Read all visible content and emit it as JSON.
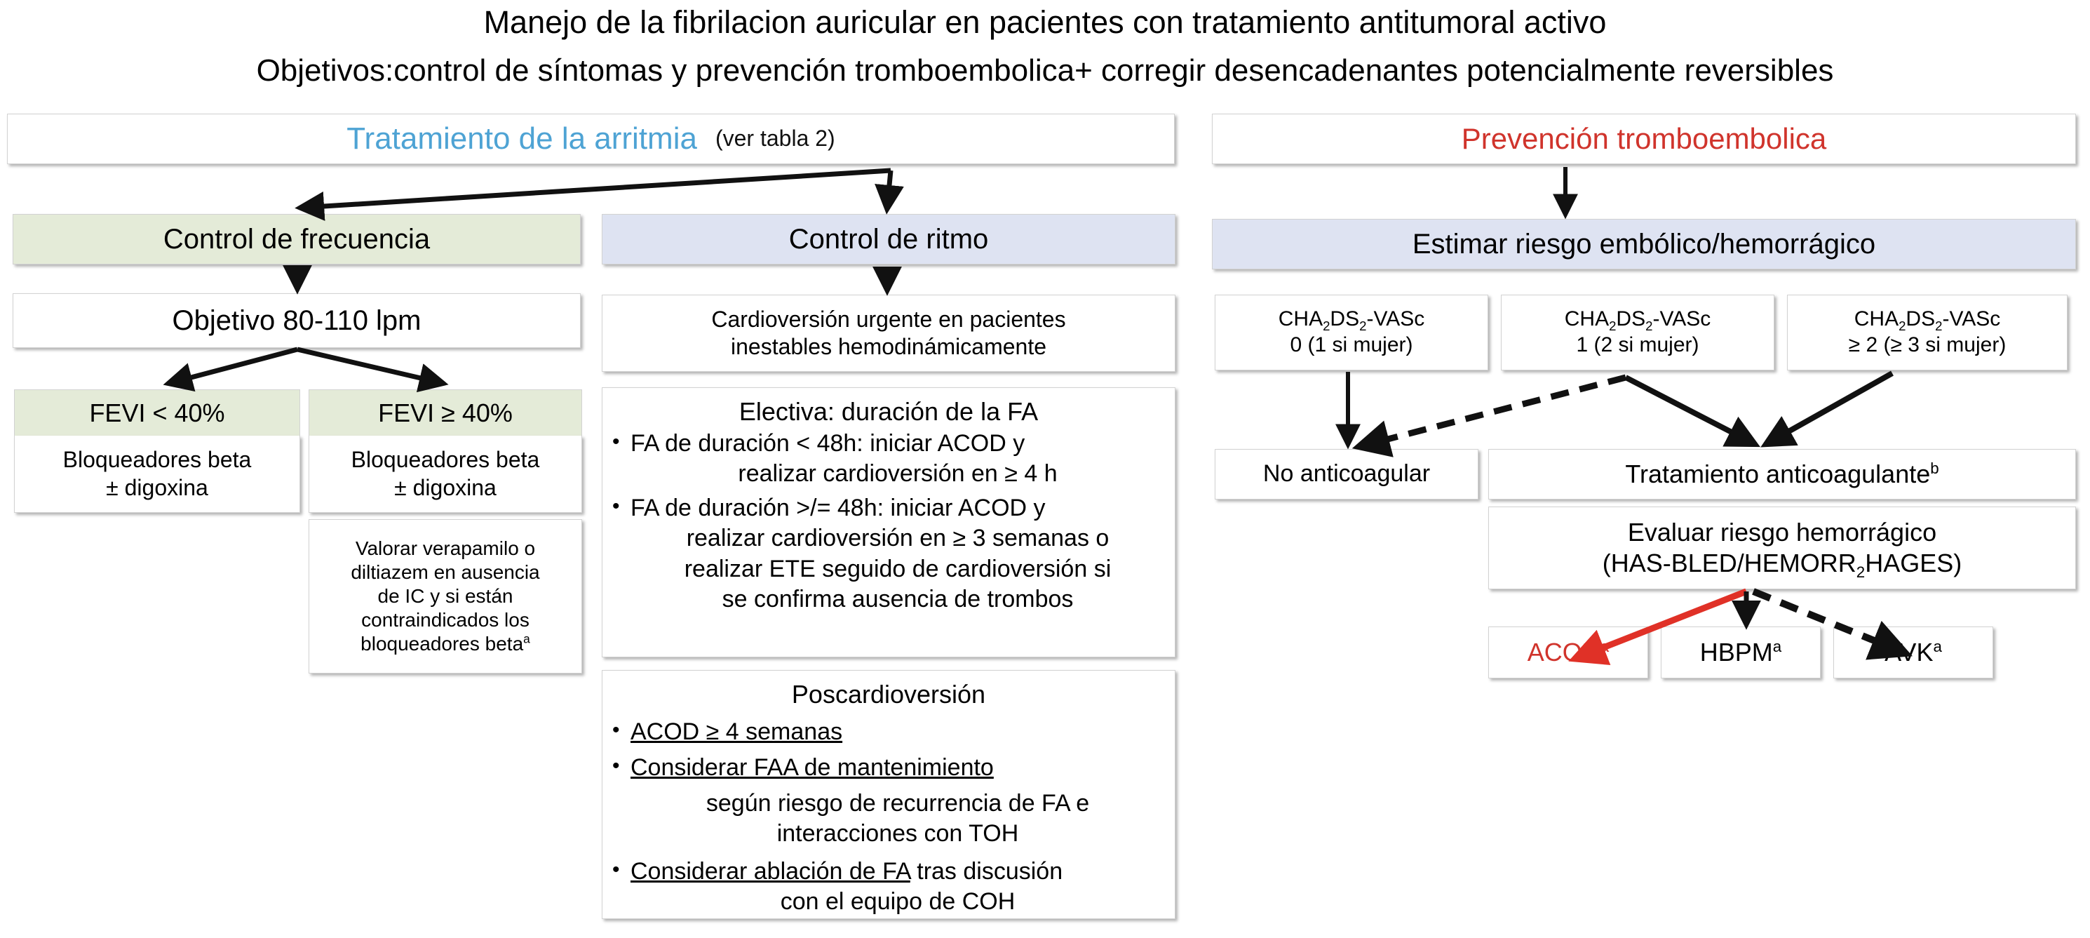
{
  "title": {
    "line1": "Manejo de la fibrilacion auricular en pacientes con tratamiento antitumoral activo",
    "line2": "Objetivos:control de síntomas y prevención tromboembolica+ corregir desencadenantes potencialmente reversibles"
  },
  "colors": {
    "arrhythmia_header": "#4ea3d4",
    "thromboembolic_header": "#d0342c",
    "green_box": "#e4ebd8",
    "blue_box": "#dee3f2",
    "red_arrow": "#e03127",
    "acod_text": "#d0342c"
  },
  "left_panel": {
    "header": "Tratamiento de la arritmia",
    "header_note": "(ver tabla 2)",
    "rate_control": {
      "title": "Control de frecuencia",
      "objective": "Objetivo 80-110 lpm",
      "fevi_low": {
        "header": "FEVI < 40%",
        "body_line1": "Bloqueadores beta",
        "body_line2": "± digoxina"
      },
      "fevi_high": {
        "header": "FEVI ≥  40%",
        "body_line1": "Bloqueadores beta",
        "body_line2": "± digoxina"
      },
      "verapamil_note": {
        "line1": "Valorar verapamilo o",
        "line2": "diltiazem en ausencia",
        "line3": "de IC y si están",
        "line4": "contraindicados los",
        "line5_text": "bloqueadores beta",
        "line5_sup": "a"
      }
    },
    "rhythm_control": {
      "title": "Control de ritmo",
      "urgent": {
        "line1": "Cardioversión urgente en pacientes",
        "line2": "inestables hemodinámicamente"
      },
      "elective": {
        "title": "Electiva: duración de la FA",
        "bullets": [
          {
            "marker": "•",
            "line1": " FA de duración < 48h: iniciar ACOD y",
            "line2": "realizar cardioversión en ≥ 4 h"
          },
          {
            "marker": "•",
            "line1": "FA de duración >/= 48h: iniciar ACOD y",
            "line2": "realizar cardioversión en ≥ 3  semanas o",
            "line3": "realizar ETE seguido de cardioversión si",
            "line4": "se confirma ausencia de trombos"
          }
        ]
      },
      "post": {
        "title": "Poscardioversión",
        "bullets": [
          {
            "marker": "•",
            "underlined": "ACOD ≥ 4 semanas"
          },
          {
            "marker": "•",
            "underlined": "Considerar FAA de mantenimiento",
            "cont1": "según riesgo de recurrencia de FA e",
            "cont2": "interacciones con TOH"
          },
          {
            "marker": "•",
            "underlined": "Considerar ablación de FA",
            "trailing": " tras discusión",
            "cont1": "con el equipo de COH"
          }
        ]
      }
    }
  },
  "right_panel": {
    "header": "Prevención tromboembolica",
    "risk_estimate": "Estimar riesgo embólico/hemorrágico",
    "scores": [
      {
        "name_prefix": "CHA",
        "sub1": "2",
        "name_mid": "DS",
        "sub2": "2",
        "name_suffix": "-VASc",
        "value": "0 (1 si mujer)"
      },
      {
        "name_prefix": "CHA",
        "sub1": "2",
        "name_mid": "DS",
        "sub2": "2",
        "name_suffix": "-VASc",
        "value": "1 (2 si mujer)"
      },
      {
        "name_prefix": "CHA",
        "sub1": "2",
        "name_mid": "DS",
        "sub2": "2",
        "name_suffix": "-VASc",
        "value": "≥ 2 (≥ 3 si mujer)"
      }
    ],
    "no_anticoag": "No anticoagular",
    "anticoag_treatment_text": "Tratamiento anticoagulante",
    "anticoag_treatment_sup": "b",
    "bleeding_risk": {
      "line1": "Evaluar riesgo hemorrágico",
      "line2_a": "(HAS-BLED/HEMORR",
      "line2_sub": "2",
      "line2_b": "HAGES)"
    },
    "options": [
      {
        "label": "ACOD",
        "sup": "a",
        "emphasis": "red"
      },
      {
        "label": "HBPM",
        "sup": "a",
        "emphasis": "none"
      },
      {
        "label": "AVK",
        "sup": "a",
        "emphasis": "none"
      }
    ]
  }
}
